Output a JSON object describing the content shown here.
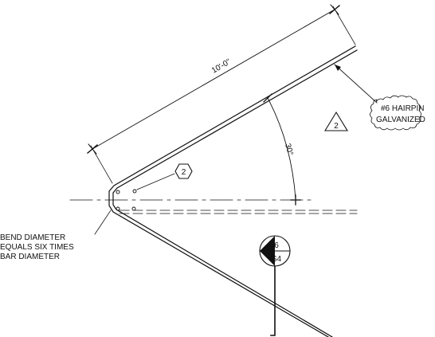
{
  "labels": {
    "length_dimension": "10'-0\"",
    "angle_dimension": "30°",
    "hairpin_line1": "#6 HAIRPIN",
    "hairpin_line2": "GALVANIZED",
    "revision_number": "2",
    "hex_tag": "2",
    "bend_line1": "BEND DIAMETER",
    "bend_line2": "EQUALS SIX TIMES",
    "bend_line3": "BAR DIAMETER",
    "section_top": "6",
    "section_bottom": "S4"
  },
  "colors": {
    "ink": "#111111",
    "background": "#ffffff"
  }
}
